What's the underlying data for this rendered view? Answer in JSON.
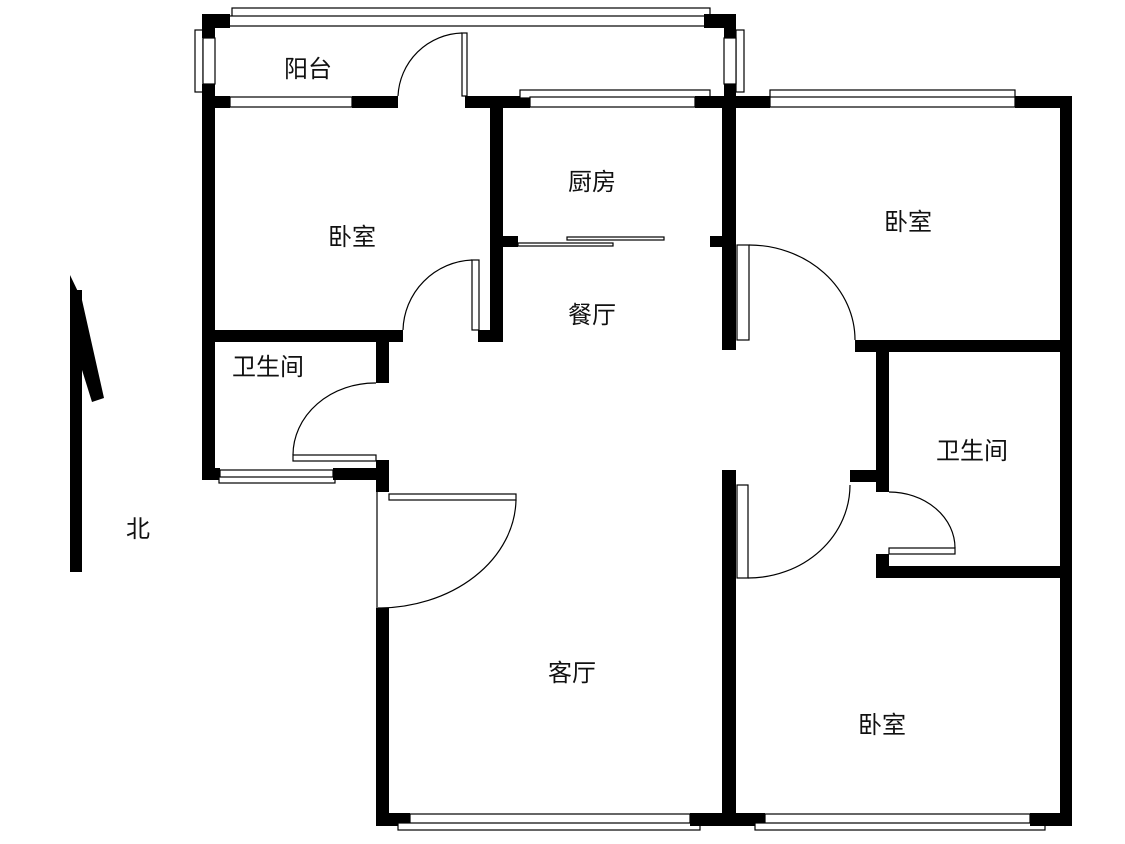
{
  "plan": {
    "rooms": {
      "balcony": "阳台",
      "bedroom_nw": "卧室",
      "kitchen": "厨房",
      "dining": "餐厅",
      "bedroom_ne": "卧室",
      "bathroom_w": "卫生间",
      "bathroom_e": "卫生间",
      "living": "客厅",
      "bedroom_se": "卧室"
    },
    "compass": {
      "north_label": "北"
    },
    "colors": {
      "wall": "#000000",
      "background": "#ffffff"
    }
  }
}
